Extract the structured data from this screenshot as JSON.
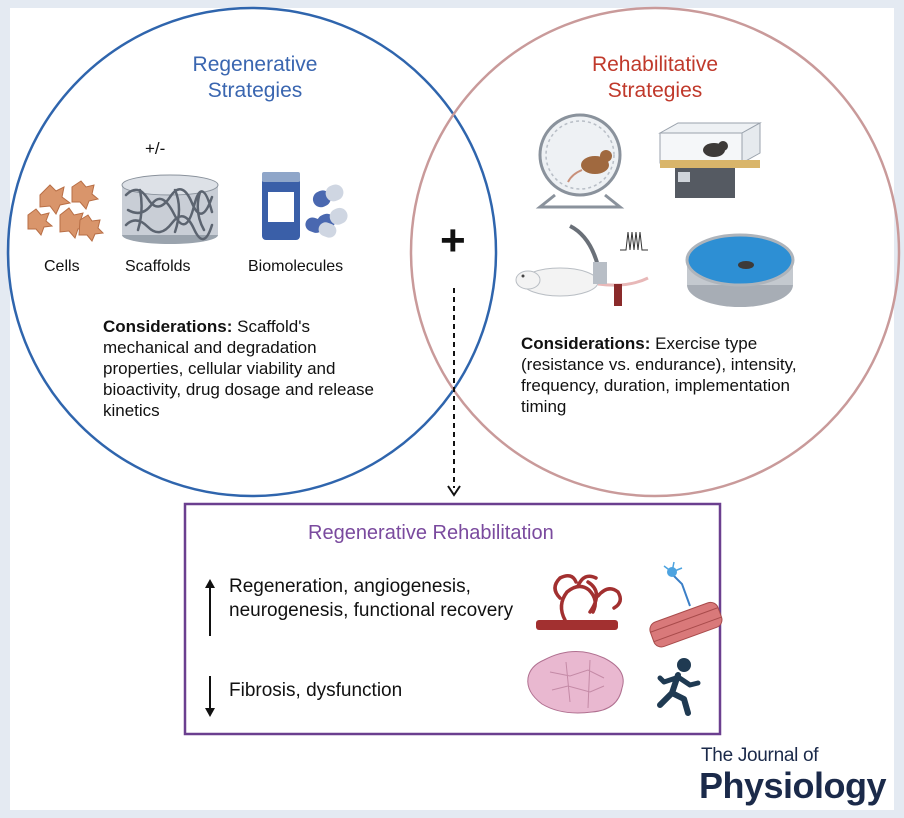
{
  "regenerative": {
    "title_line1": "Regenerative",
    "title_line2": "Strategies",
    "plus_minus": "+/-",
    "items": [
      "Cells",
      "Scaffolds",
      "Biomolecules"
    ],
    "considerations_label": "Considerations:",
    "considerations_text": " Scaffold's mechanical and degradation properties, cellular viability and bioactivity, drug dosage and release kinetics"
  },
  "rehabilitative": {
    "title_line1": "Rehabilitative",
    "title_line2": "Strategies",
    "considerations_label": "Considerations:",
    "considerations_text": " Exercise type (resistance vs. endurance), intensity, frequency, duration, implementation timing"
  },
  "combine_symbol": "+",
  "outcome": {
    "title": "Regenerative Rehabilitation",
    "increase_text": "Regeneration, angiogenesis, neurogenesis, functional recovery",
    "decrease_text": "Fibrosis, dysfunction"
  },
  "journal": {
    "line1": "The Journal of",
    "line2": "Physiology"
  },
  "colors": {
    "regenerative_circle": "#2f65ad",
    "rehabilitative_circle": "#c99a9a",
    "outcome_box": "#6b3f8f",
    "background": "#e4eaf2"
  }
}
